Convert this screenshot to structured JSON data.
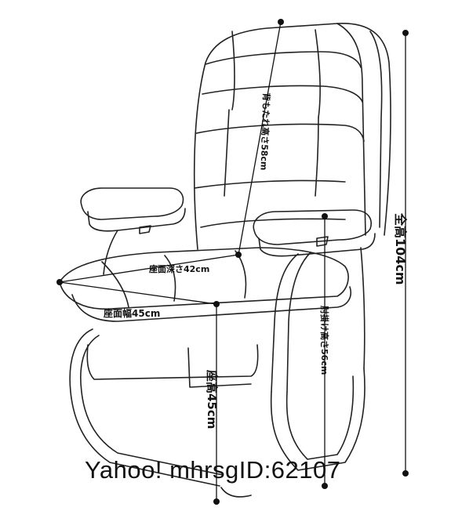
{
  "dimensions": {
    "backrest_height": "背もたれ高さ58cm",
    "seat_depth": "座面深さ42cm",
    "seat_width": "座面幅45cm",
    "seat_height": "座高45cm",
    "armrest_height": "肘掛け高さ56cm",
    "total_height": "全高104cm"
  },
  "watermark": "Yahoo! mhrsgID:62107"
}
